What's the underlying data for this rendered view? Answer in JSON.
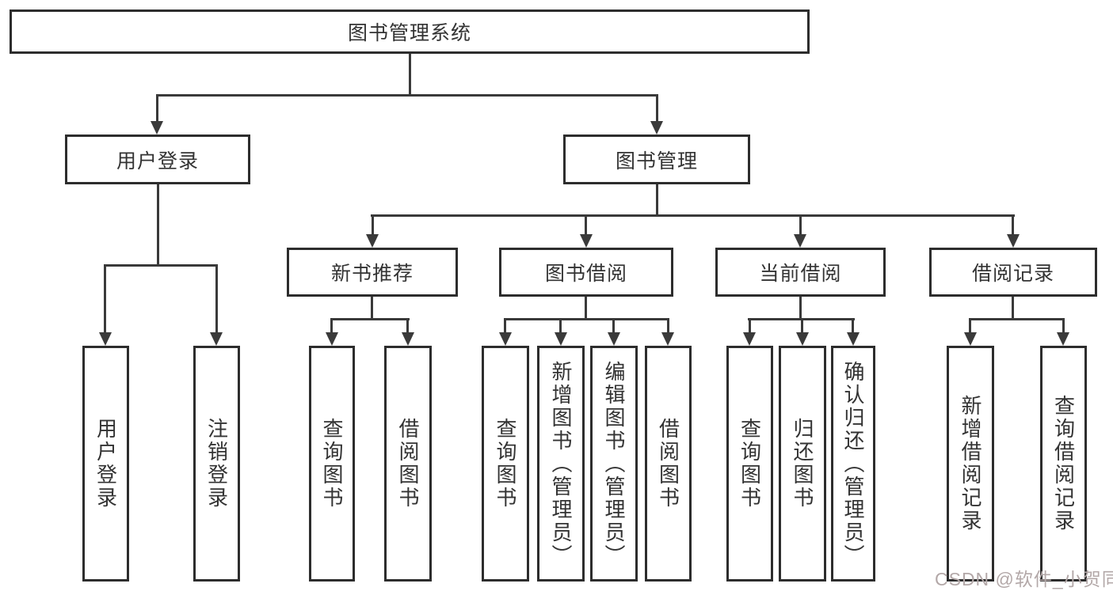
{
  "diagram": {
    "watermark": "CSDN @软件_小贺同学",
    "colors": {
      "line": "#3a3a3a",
      "border": "#2d2d2d",
      "text": "#333333",
      "box_bg": "#ffffff",
      "watermark": "#b3a8a8"
    },
    "nodes": {
      "root": {
        "label": "图书管理系统"
      },
      "user_login": {
        "label": "用户登录"
      },
      "book_management": {
        "label": "图书管理"
      },
      "new_book_recommend": {
        "label": "新书推荐"
      },
      "book_borrow": {
        "label": "图书借阅"
      },
      "current_borrow": {
        "label": "当前借阅"
      },
      "borrow_records": {
        "label": "借阅记录"
      },
      "leaf_user_login": {
        "label": "用户登录"
      },
      "leaf_logout": {
        "label": "注销登录"
      },
      "leaf_query_books_a": {
        "label": "查询图书"
      },
      "leaf_borrow_books_a": {
        "label": "借阅图书"
      },
      "leaf_query_books_b": {
        "label": "查询图书"
      },
      "leaf_add_book_admin": {
        "label": "新增图书（管理员）"
      },
      "leaf_edit_book_admin": {
        "label": "编辑图书（管理员）"
      },
      "leaf_borrow_books_b": {
        "label": "借阅图书"
      },
      "leaf_query_books_c": {
        "label": "查询图书"
      },
      "leaf_return_books": {
        "label": "归还图书"
      },
      "leaf_confirm_return_admin": {
        "label": "确认归还（管理员）"
      },
      "leaf_add_borrow_record": {
        "label": "新增借阅记录"
      },
      "leaf_query_borrow_record": {
        "label": "查询借阅记录"
      }
    }
  }
}
